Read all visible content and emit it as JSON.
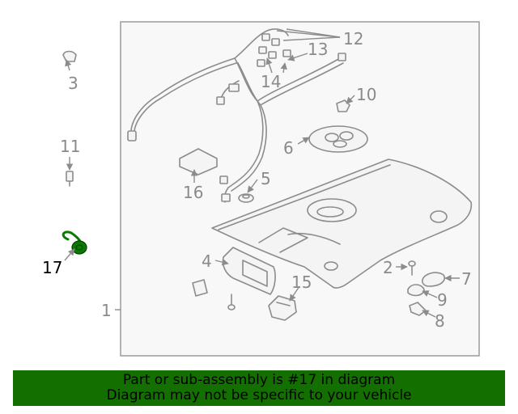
{
  "callouts": {
    "c1": "1",
    "c2": "2",
    "c3": "3",
    "c4": "4",
    "c5": "5",
    "c6": "6",
    "c7": "7",
    "c8": "8",
    "c9": "9",
    "c10": "10",
    "c11": "11",
    "c12": "12",
    "c13": "13",
    "c14": "14",
    "c15": "15",
    "c16": "16",
    "c17": "17"
  },
  "highlight": {
    "part_number": "17",
    "color": "#0a7a00"
  },
  "banner": {
    "line1": "Part or sub-assembly is #17 in diagram",
    "line2": "Diagram may not be specific to your vehicle",
    "background": "#137000"
  }
}
